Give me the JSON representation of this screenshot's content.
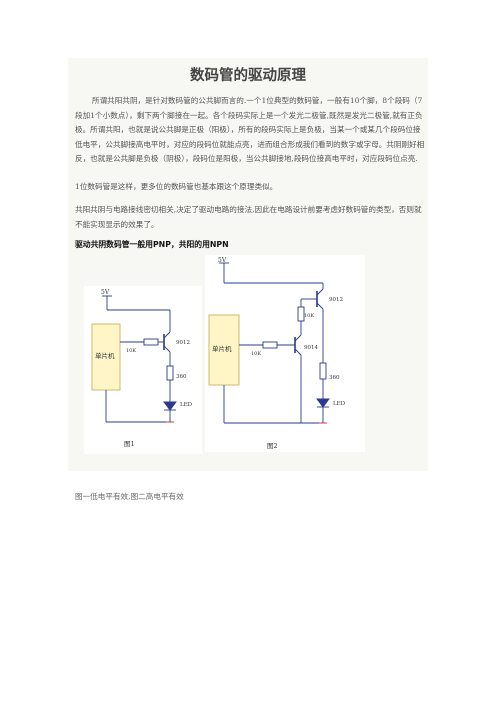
{
  "title": "数码管的驱动原理",
  "paragraphs": {
    "p1": "所谓共阳共阴，是针对数码管的公共脚而言的.一个1位典型的数码管，一般有10个脚，8个段码（7段加1个小数点），剩下两个脚接在一起。各个段码实际上是一个发光二极管,既然是发光二极管,就有正负极。所谓共阳，也就是说公共脚是正极（阳极），所有的段码实际上是负极，当某一个或某几个段码位接低电平，公共脚接高电平时，对应的段码位就能点亮，进而组合形成我们看到的数字或字母。共阴刚好相反，也就是公共脚是负极（阴极），段码位是阳极，当公共脚接地,段码位接高电平时，对应段码位点亮.",
    "p2": "1位数码管是这样，更多位的数码管也基本跟这个原理类似。",
    "p3": "共阳共阴与电路接线密切相关,决定了驱动电路的接法,因此在电路设计前要考虑好数码管的类型，否则就不能实现显示的效果了。"
  },
  "heading": "驱动共阴数码管一般用PNP，共阳的用NPN",
  "figure1": {
    "vcc": "5V",
    "mcu": "单片机",
    "r_base": "10K",
    "transistor": "9012",
    "r_led": "360",
    "led": "LED",
    "caption": "图1"
  },
  "figure2": {
    "vcc": "5V",
    "mcu": "单片机",
    "r_base": "10K",
    "r_pull": "10K",
    "q_top": "9012",
    "q_bottom": "9014",
    "r_led": "360",
    "led": "LED",
    "caption": "图2"
  },
  "caption_bottom": "图一低电平有效,图二高电平有效",
  "colors": {
    "wire": "#2b3a8f",
    "mcu_fill": "#fff5c6",
    "accent": "#cc2222"
  }
}
